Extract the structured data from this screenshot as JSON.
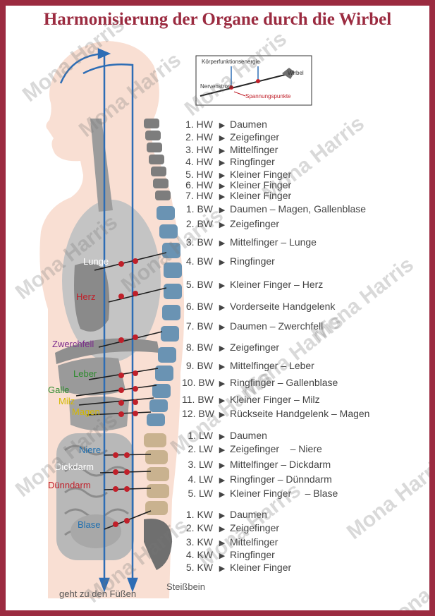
{
  "title": "Harmonisierung der Organe durch die Wirbel",
  "inset": {
    "energy": "Körperfunktionsenergie",
    "vertebra": "Wirbel",
    "nerve": "Nervenstrom",
    "tension": "Spannungspunkte"
  },
  "organs": [
    {
      "name": "Lunge",
      "color": "#ffffff"
    },
    {
      "name": "Herz",
      "color": "#c0202a"
    },
    {
      "name": "Zwerchfell",
      "color": "#7b2a8c"
    },
    {
      "name": "Leber",
      "color": "#2f8b2f"
    },
    {
      "name": "Galle",
      "color": "#2f8b2f"
    },
    {
      "name": "Milz",
      "color": "#d4b800"
    },
    {
      "name": "Magen",
      "color": "#d4b800"
    },
    {
      "name": "Niere",
      "color": "#1f6fb0"
    },
    {
      "name": "Dickdarm",
      "color": "#ffffff"
    },
    {
      "name": "Dünndarm",
      "color": "#c0202a"
    },
    {
      "name": "Blase",
      "color": "#1f6fb0"
    }
  ],
  "legend": [
    {
      "code": "1. HW",
      "finger": "Daumen",
      "organ": ""
    },
    {
      "code": "2. HW",
      "finger": "Zeigefinger",
      "organ": ""
    },
    {
      "code": "3. HW",
      "finger": "Mittelfinger",
      "organ": ""
    },
    {
      "code": "4. HW",
      "finger": "Ringfinger",
      "organ": ""
    },
    {
      "code": "5. HW",
      "finger": "Kleiner Finger",
      "organ": ""
    },
    {
      "code": "6. HW",
      "finger": "Kleiner Finger",
      "organ": ""
    },
    {
      "code": "7. HW",
      "finger": "Kleiner Finger",
      "organ": ""
    },
    {
      "code": "1. BW",
      "finger": "Daumen",
      "organ": " – Magen, Gallenblase"
    },
    {
      "code": "2. BW",
      "finger": "Zeigefinger",
      "organ": ""
    },
    {
      "code": "3. BW",
      "finger": "Mittelfinger",
      "organ": " – Lunge"
    },
    {
      "code": "4. BW",
      "finger": "Ringfinger",
      "organ": ""
    },
    {
      "code": "5. BW",
      "finger": "Kleiner Finger",
      "organ": " – Herz"
    },
    {
      "code": "6. BW",
      "finger": "Vorderseite Handgelenk",
      "organ": ""
    },
    {
      "code": "7. BW",
      "finger": "Daumen",
      "organ": " – Zwerchfell"
    },
    {
      "code": "8. BW",
      "finger": "Zeigefinger",
      "organ": ""
    },
    {
      "code": "9. BW",
      "finger": "Mittelfinger",
      "organ": " – Leber"
    },
    {
      "code": "10. BW",
      "finger": "Ringfinger",
      "organ": " – Gallenblase"
    },
    {
      "code": "11. BW",
      "finger": "Kleiner Finger",
      "organ": " – Milz"
    },
    {
      "code": "12. BW",
      "finger": "Rückseite Handgelenk",
      "organ": " – Magen"
    },
    {
      "code": "1. LW",
      "finger": "Daumen",
      "organ": ""
    },
    {
      "code": "2. LW",
      "finger": "Zeigefinger",
      "organ": "    – Niere"
    },
    {
      "code": "3. LW",
      "finger": "Mittelfinger",
      "organ": " – Dickdarm"
    },
    {
      "code": "4. LW",
      "finger": "Ringfinger",
      "organ": " – Dünndarm"
    },
    {
      "code": "5. LW",
      "finger": "Kleiner Finger",
      "organ": "     – Blase"
    },
    {
      "code": "1. KW",
      "finger": "Daumen",
      "organ": ""
    },
    {
      "code": "2. KW",
      "finger": "Zeigefinger",
      "organ": ""
    },
    {
      "code": "3. KW",
      "finger": "Mittelfinger",
      "organ": ""
    },
    {
      "code": "4. KW",
      "finger": "Ringfinger",
      "organ": ""
    },
    {
      "code": "5. KW",
      "finger": "Kleiner Finger",
      "organ": ""
    }
  ],
  "footer": {
    "feet": "geht zu den Füßen",
    "coccyx": "Steißbein"
  },
  "watermark": "Mona Harris"
}
